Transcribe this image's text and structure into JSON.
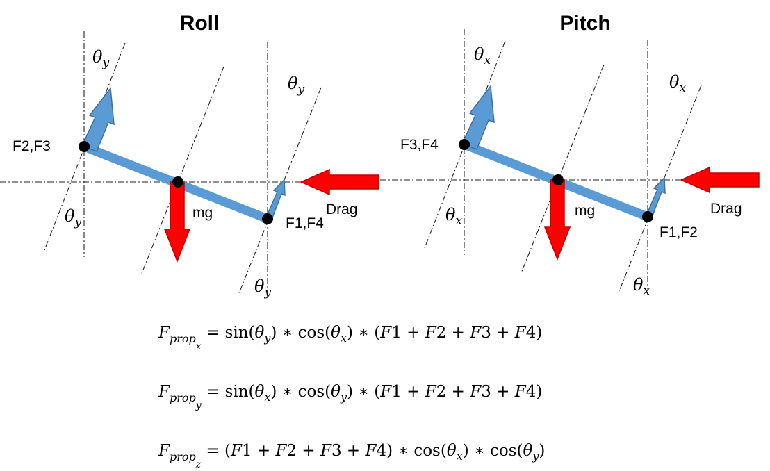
{
  "roll": {
    "title": "Roll",
    "left_label": "F2,F3",
    "right_label": "F1,F4",
    "weight_label": "mg",
    "drag_label": "Drag",
    "angle_symbol": "θ",
    "angle_sub": "y"
  },
  "pitch": {
    "title": "Pitch",
    "left_label": "F3,F4",
    "right_label": "F1,F2",
    "weight_label": "mg",
    "drag_label": "Drag",
    "angle_symbol": "θ",
    "angle_sub": "x"
  },
  "equations": [
    "F_prop_x = sin(θy) ∗ cos(θx) ∗ (F1 + F2 + F3 + F4)",
    "F_prop_y = sin(θx) ∗ cos(θy) ∗ (F1 + F2 + F3 + F4)",
    "F_prop_z = (F1 + F2 + F3 + F4) ∗ cos(θx) ∗ cos(θy)"
  ],
  "colors": {
    "beam": "#5b9bd5",
    "force": "#ff0000"
  }
}
